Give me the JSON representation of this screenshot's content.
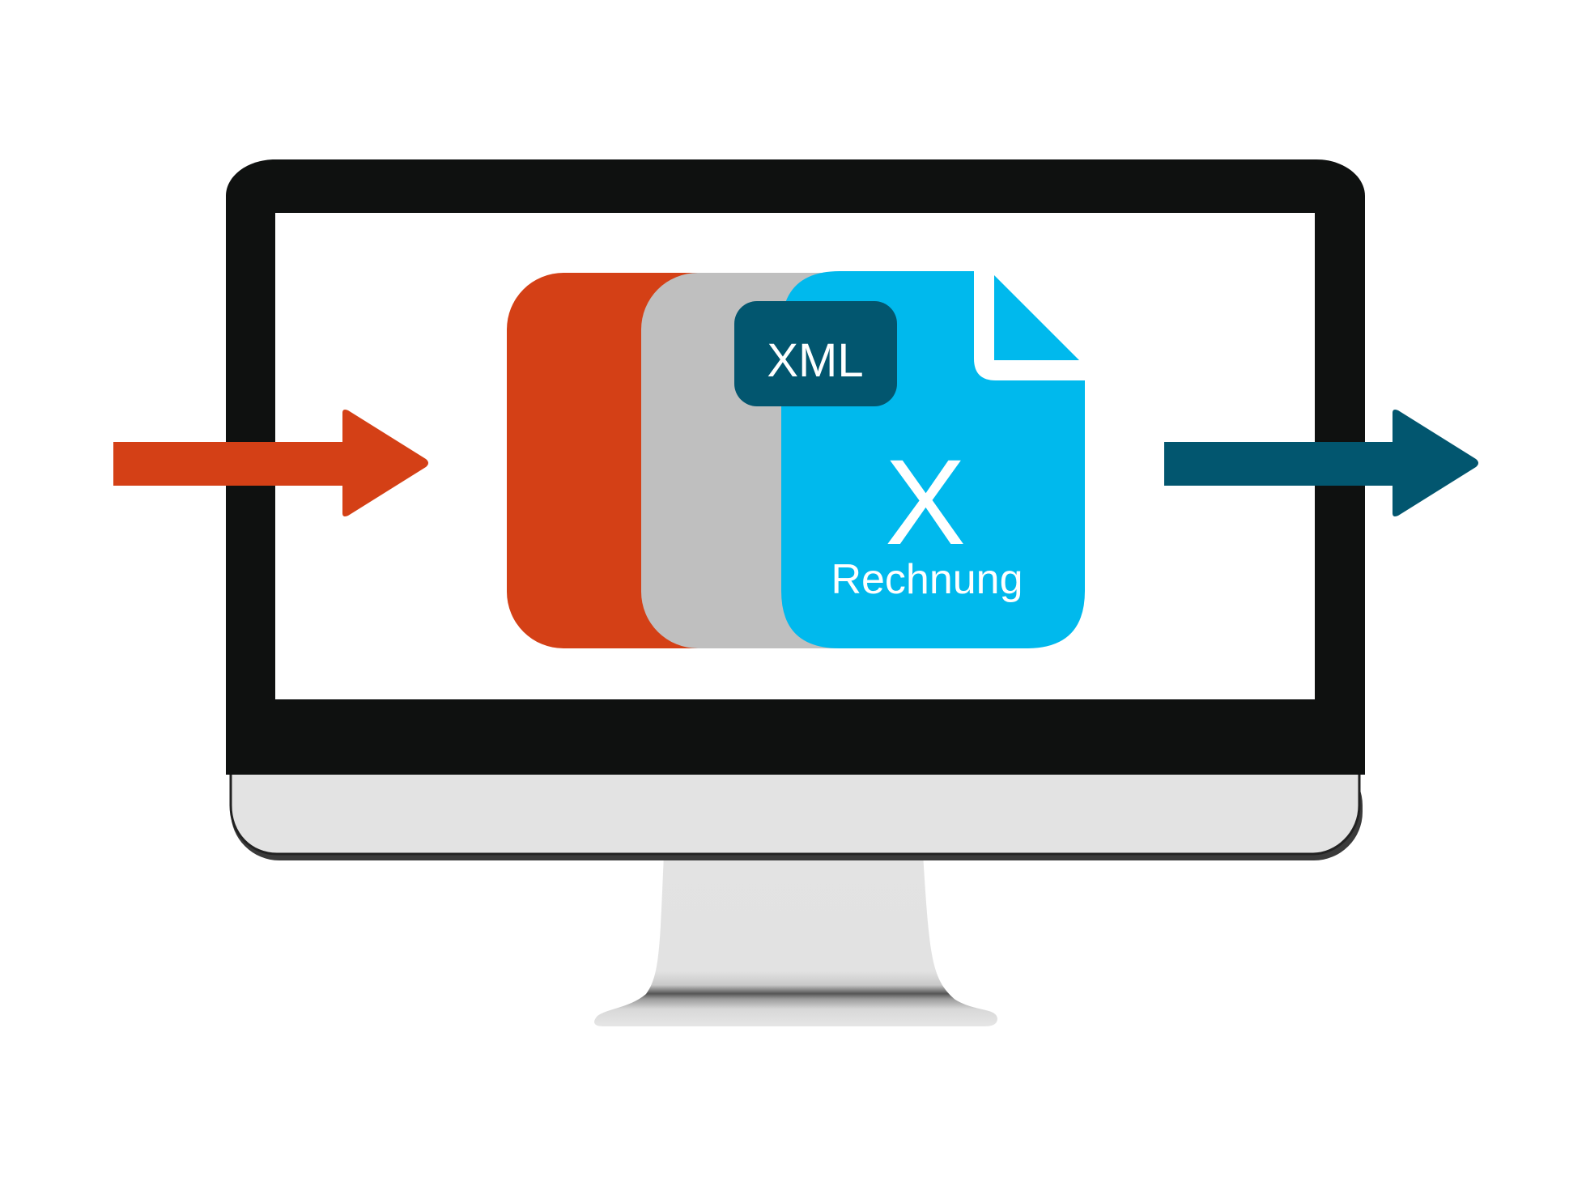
{
  "badge": {
    "label": "XML"
  },
  "document": {
    "letter": "X",
    "caption": "Rechnung"
  },
  "colors": {
    "incoming_arrow": "#D44016",
    "outgoing_arrow": "#02566F",
    "monitor_frame": "#0F1110",
    "monitor_chin": "#E3E3E3",
    "screen": "#FFFFFF",
    "page_red": "#D44016",
    "page_gray": "#BFBFBF",
    "page_blue": "#00B9ED",
    "badge_bg": "#02566F"
  },
  "icons": {
    "incoming": "arrow-right-icon",
    "outgoing": "arrow-right-icon",
    "device": "desktop-monitor-icon",
    "file": "document-icon"
  }
}
